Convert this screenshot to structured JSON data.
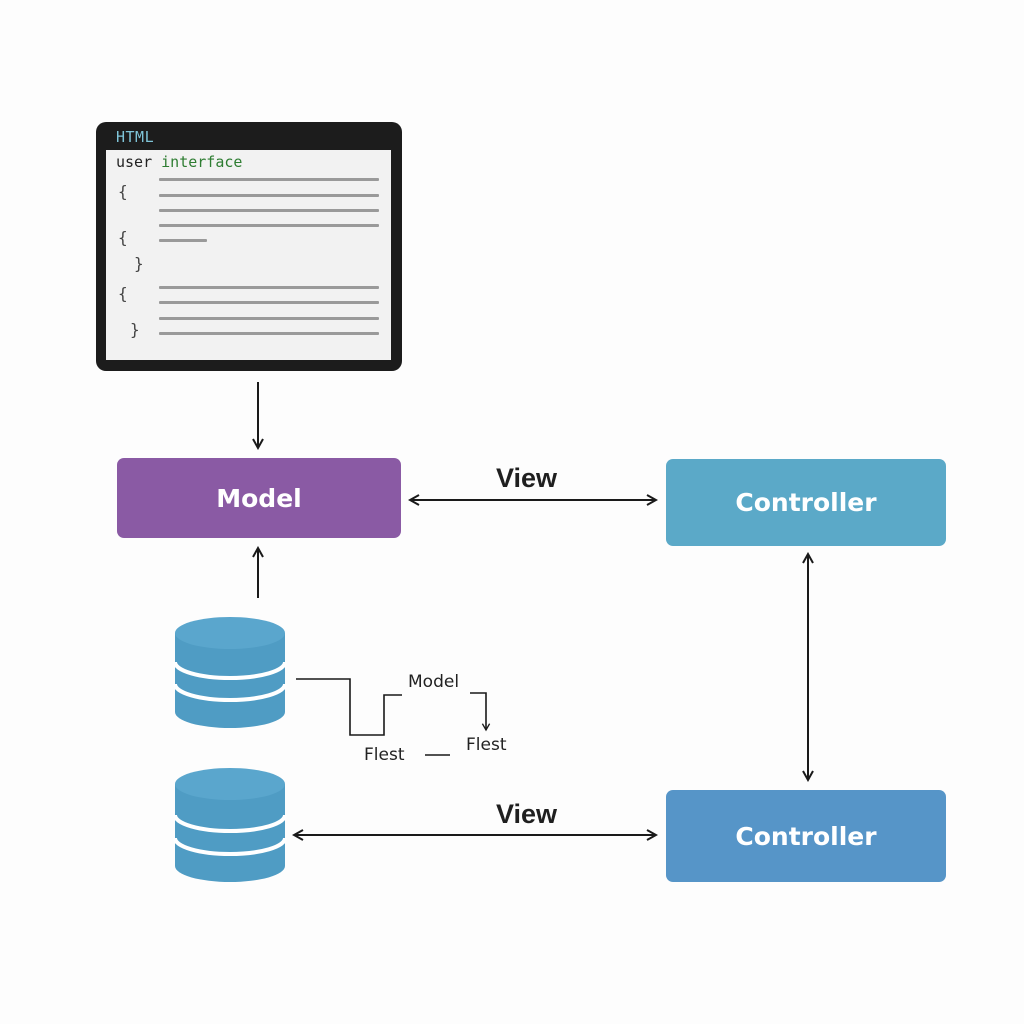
{
  "code_window": {
    "tab_label": "HTML",
    "title_prefix": "user ",
    "title_highlight": "interface",
    "braces": [
      "{",
      "{",
      "}",
      "{",
      "}"
    ]
  },
  "boxes": {
    "model": "Model",
    "controller_top": "Controller",
    "controller_bottom": "Controller"
  },
  "labels": {
    "view_top": "View",
    "view_bottom": "View",
    "model_small": "Model",
    "first_left": "Flest",
    "first_right": "Flest"
  },
  "colors": {
    "model_box": "#8a5aa4",
    "controller_top": "#5ba9c8",
    "controller_bottom": "#5695c8",
    "database": "#4f9cc4",
    "arrow": "#1a1a1a"
  },
  "icons": {
    "database_top": "database-icon",
    "database_bottom": "database-icon"
  }
}
